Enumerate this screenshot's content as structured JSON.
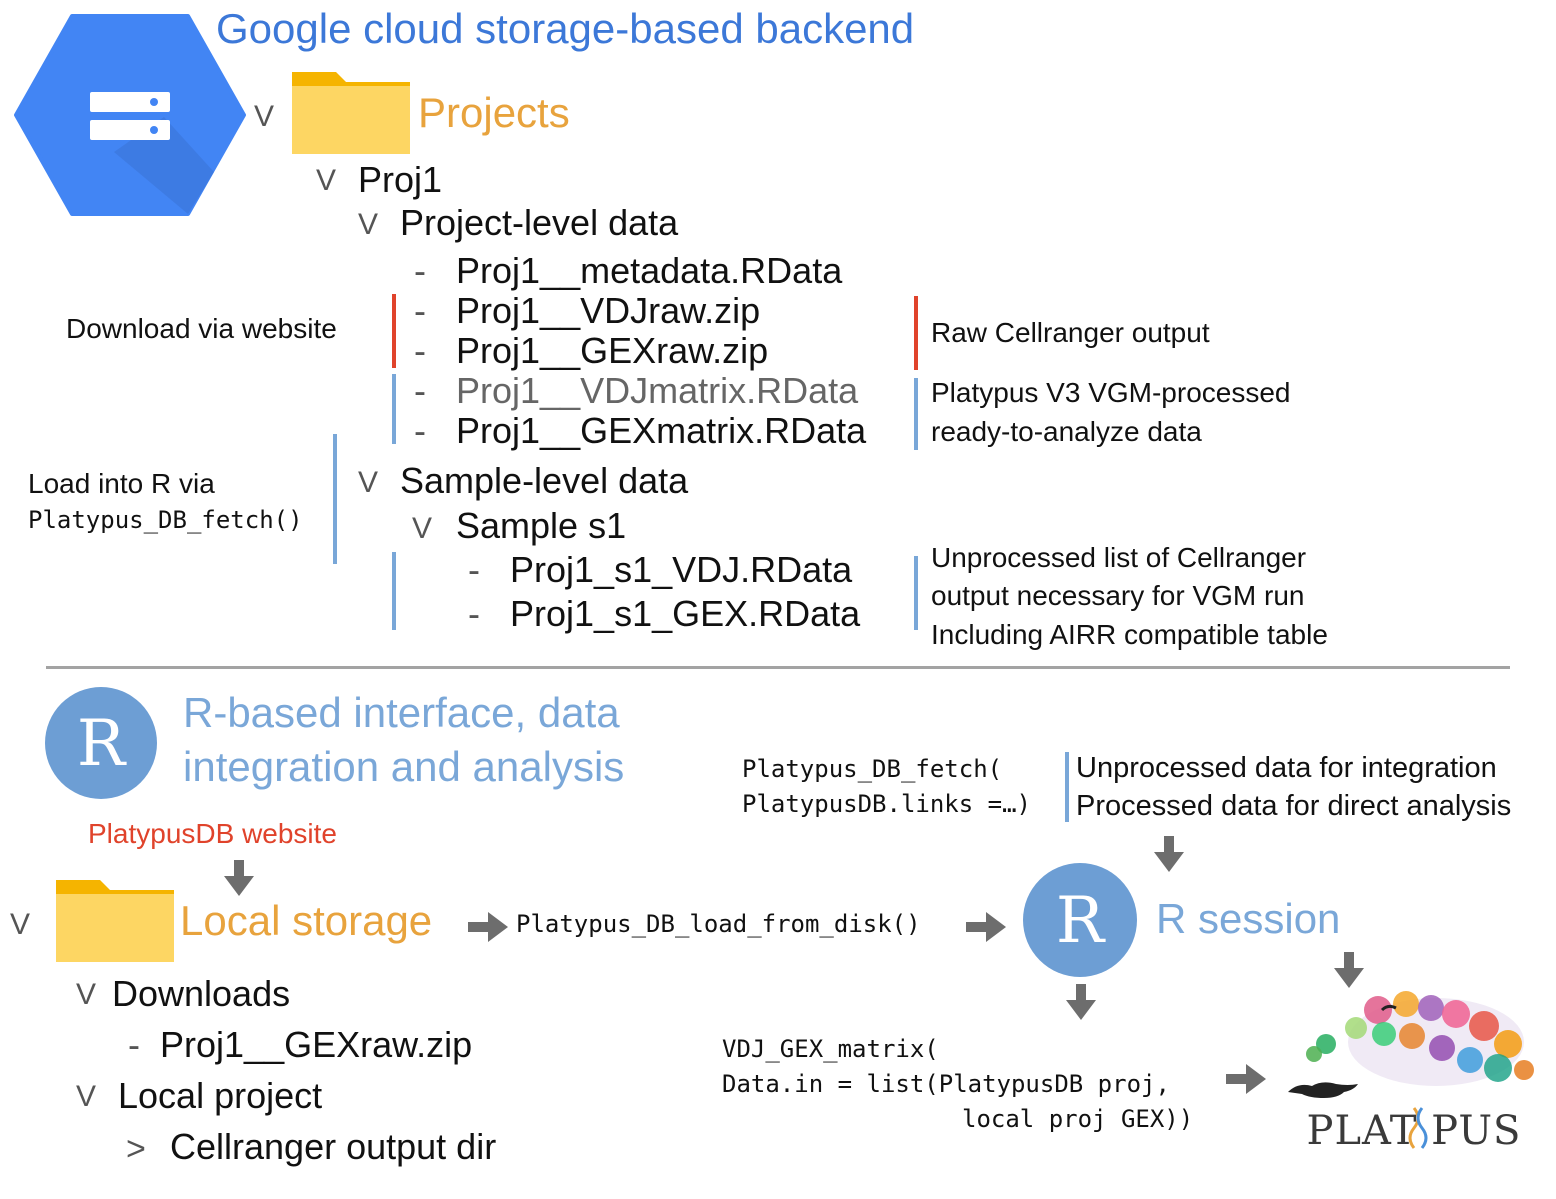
{
  "backend": {
    "title": "Google cloud storage-based backend",
    "projects_label": "Projects",
    "proj_label": "Proj1",
    "project_level_label": "Project-level data",
    "project_files": [
      "Proj1__metadata.RData",
      "Proj1__VDJraw.zip",
      "Proj1__GEXraw.zip",
      "Proj1__VDJmatrix.RData",
      "Proj1__GEXmatrix.RData"
    ],
    "sample_level_label": "Sample-level data",
    "sample_label": "Sample s1",
    "sample_files": [
      "Proj1_s1_VDJ.RData",
      "Proj1_s1_GEX.RData"
    ],
    "chevron": "V",
    "dash": "-"
  },
  "annotations": {
    "download": "Download via website",
    "load_line1": "Load into R via",
    "load_line2": "Platypus_DB_fetch()",
    "raw_output": "Raw Cellranger output",
    "vgm_line1": "Platypus V3 VGM-processed",
    "vgm_line2": "ready-to-analyze data",
    "unproc_line1": "Unprocessed list of Cellranger",
    "unproc_line2": "output necessary for VGM run",
    "unproc_line3": "Including AIRR compatible table"
  },
  "r_interface": {
    "r_letter": "R",
    "title_line1": "R-based interface, data",
    "title_line2": "integration and analysis",
    "website_label": "PlatypusDB website",
    "local_storage": "Local storage",
    "downloads": "Downloads",
    "download_file": "Proj1__GEXraw.zip",
    "local_project": "Local project",
    "cellranger_dir": "Cellranger output dir",
    "expand_chevron": ">",
    "load_fn": "Platypus_DB_load_from_disk()",
    "fetch_line1": "Platypus_DB_fetch(",
    "fetch_line2": "PlatypusDB.links =…)",
    "fetch_desc1": "Unprocessed data for integration",
    "fetch_desc2": "Processed data for direct analysis",
    "r_session": "R session",
    "vgm_call_line1": "VDJ_GEX_matrix(",
    "vgm_call_line2": "Data.in = list(PlatypusDB proj,",
    "vgm_call_line3": "local proj GEX))",
    "logo_text": "PLAT PUS"
  },
  "colors": {
    "gcs_blue": "#4285f4",
    "folder_yellow": "#fdd663",
    "orange_text": "#e8a33d",
    "title_blue": "#3c78d8",
    "light_blue": "#7aa7d8",
    "red": "#e0432b",
    "arrow_gray": "#6d6d6d"
  }
}
